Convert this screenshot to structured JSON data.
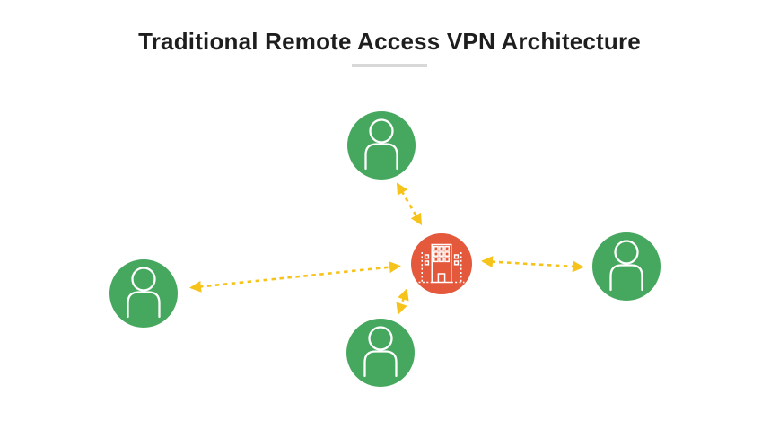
{
  "title": "Traditional Remote Access VPN Architecture",
  "colors": {
    "background": "#FFFFFF",
    "title_text": "#1E1E1E",
    "divider": "#D8D8D8",
    "user_node": "#45A85E",
    "vpn_node": "#E4583C",
    "arrow": "#F5C319",
    "icon_stroke": "#FFFFFF"
  },
  "icons": {
    "remote_user": "person-icon",
    "center": "office-building-icon",
    "link": "double-headed-dashed-arrow"
  },
  "diagram": {
    "type": "network",
    "center_node": "vpn-gateway-office",
    "remote_nodes": [
      "remote-user-top",
      "remote-user-left",
      "remote-user-bottom",
      "remote-user-right"
    ],
    "connections": [
      {
        "from": "remote-user-top",
        "to": "vpn-gateway-office",
        "style": "dashed-double-arrow"
      },
      {
        "from": "remote-user-left",
        "to": "vpn-gateway-office",
        "style": "dashed-double-arrow"
      },
      {
        "from": "remote-user-bottom",
        "to": "vpn-gateway-office",
        "style": "dashed-double-arrow"
      },
      {
        "from": "remote-user-right",
        "to": "vpn-gateway-office",
        "style": "dashed-double-arrow"
      }
    ]
  }
}
